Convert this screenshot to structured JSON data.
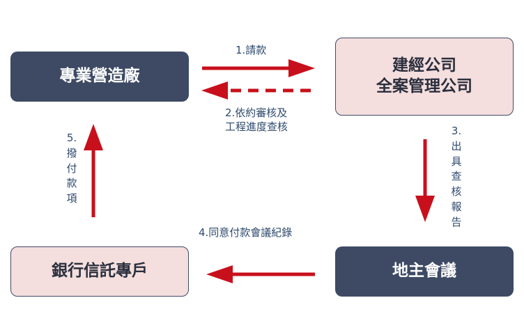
{
  "nodes": {
    "contractor": {
      "lines": [
        "專業營造廠"
      ]
    },
    "architect": {
      "lines": [
        "建經公司",
        "全案管理公司"
      ]
    },
    "bank": {
      "lines": [
        "銀行信託專戶"
      ]
    },
    "landlord": {
      "lines": [
        "地主會議"
      ]
    }
  },
  "edges": {
    "request_payment": {
      "label": "1.請款"
    },
    "review": {
      "line1": "2.依約審核及",
      "line2": "工程進度查核"
    },
    "report": {
      "num": "3.",
      "chars": [
        "出",
        "具",
        "查",
        "核",
        "報",
        "告"
      ]
    },
    "agree": {
      "label": "4.同意付款會議紀錄"
    },
    "disburse": {
      "num": "5.",
      "chars": [
        "撥",
        "付",
        "款",
        "項"
      ]
    }
  },
  "colors": {
    "dark_box": "#3e4a64",
    "pink_box": "#f4dede",
    "arrow": "#c8101c",
    "label_text": "#2f4a6d"
  }
}
